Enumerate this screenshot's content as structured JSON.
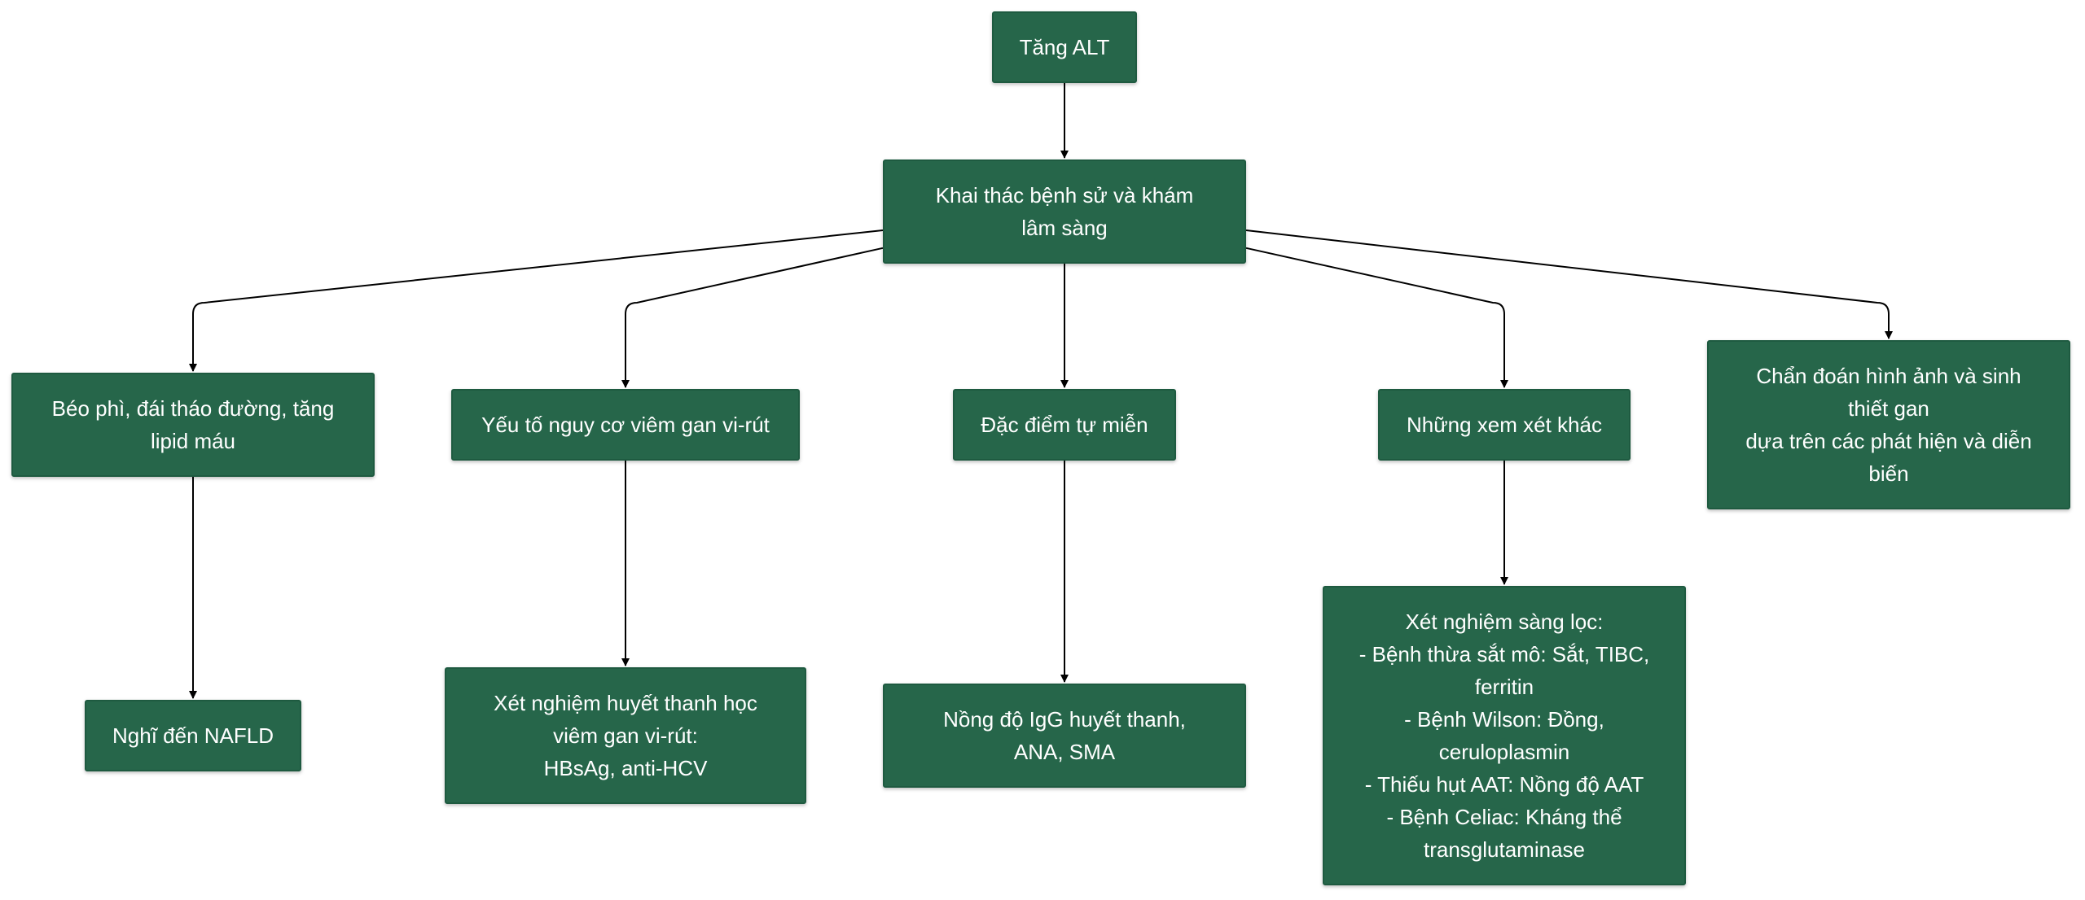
{
  "colors": {
    "node_fill": "#26664a",
    "node_border": "#1e5a40",
    "node_text": "#ffffff",
    "edge": "#000000",
    "background": "#ffffff"
  },
  "nodes": {
    "root": {
      "lines": [
        "Tăng ALT"
      ]
    },
    "history": {
      "lines": [
        "Khai thác bệnh sử và khám",
        "lâm sàng"
      ]
    },
    "obesity": {
      "lines": [
        "Béo phì, đái tháo đường, tăng",
        "lipid máu"
      ]
    },
    "viral_risk": {
      "lines": [
        "Yếu tố nguy cơ viêm gan vi-rút"
      ]
    },
    "autoimmune": {
      "lines": [
        "Đặc điểm tự miễn"
      ]
    },
    "other": {
      "lines": [
        "Những xem xét khác"
      ]
    },
    "imaging": {
      "lines": [
        "Chẩn đoán hình ảnh và sinh",
        "thiết gan",
        "dựa trên các phát hiện và diễn",
        "biến"
      ]
    },
    "nafld": {
      "lines": [
        "Nghĩ đến NAFLD"
      ]
    },
    "serology": {
      "lines": [
        "Xét nghiệm huyết thanh học",
        "viêm gan vi-rút:",
        "HBsAg, anti-HCV"
      ]
    },
    "igg": {
      "lines": [
        "Nồng độ IgG huyết thanh,",
        "ANA, SMA"
      ]
    },
    "screening": {
      "lines": [
        "Xét nghiệm sàng lọc:",
        "- Bệnh thừa sắt mô: Sắt, TIBC,",
        "ferritin",
        "- Bệnh Wilson: Đồng,",
        "ceruloplasmin",
        "- Thiếu hụt AAT: Nồng độ AAT",
        "- Bệnh Celiac: Kháng thể",
        "transglutaminase"
      ]
    }
  },
  "edges": [
    [
      "root",
      "history"
    ],
    [
      "history",
      "obesity"
    ],
    [
      "history",
      "viral_risk"
    ],
    [
      "history",
      "autoimmune"
    ],
    [
      "history",
      "other"
    ],
    [
      "history",
      "imaging"
    ],
    [
      "obesity",
      "nafld"
    ],
    [
      "viral_risk",
      "serology"
    ],
    [
      "autoimmune",
      "igg"
    ],
    [
      "other",
      "screening"
    ]
  ]
}
